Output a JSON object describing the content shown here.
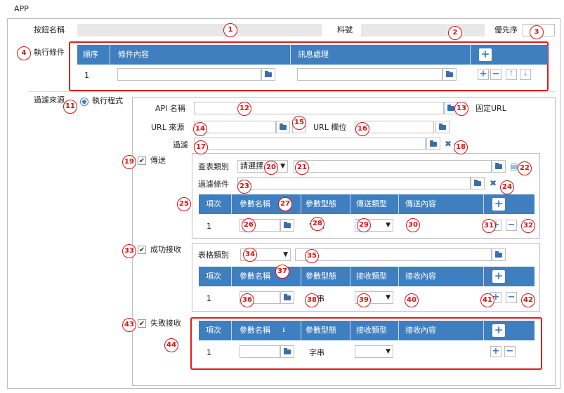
{
  "app_title": "APP",
  "fields": {
    "button_name": "按鈕名稱",
    "material_no": "料號",
    "priority": "優先序",
    "exec_condition": "執行條件",
    "filter_source": "過濾來源",
    "exec_program": "執行程式",
    "api_name": "API 名稱",
    "fixed_url": "固定URL",
    "url_source": "URL 來源",
    "url_field": "URL 欄位",
    "filter": "過濾",
    "transfer": "傳送",
    "lookup_type": "查表類別",
    "select_placeholder": "請選擇",
    "filter_condition": "過濾條件",
    "success_receive": "成功接收",
    "table_type": "表格類別",
    "fail_receive": "失敗接收"
  },
  "cond_table": {
    "headers": [
      "順序",
      "條件內容",
      "訊息處理"
    ],
    "row_index": "1"
  },
  "send_table": {
    "headers": [
      "項次",
      "參數名稱",
      "參數型態",
      "傳送類型",
      "傳送內容"
    ],
    "row_index": "1",
    "param_type": "字串"
  },
  "success_table": {
    "headers": [
      "項次",
      "參數名稱",
      "參數型態",
      "接收類型",
      "接收內容"
    ],
    "row_index": "1",
    "param_type": "字串"
  },
  "fail_table": {
    "headers": [
      "項次",
      "參數名稱",
      "參數型態",
      "接收類型",
      "接收內容"
    ],
    "row_index": "1",
    "param_type": "字串"
  },
  "markers": [
    "1",
    "2",
    "3",
    "4",
    "11",
    "12",
    "13",
    "14",
    "15",
    "16",
    "17",
    "18",
    "19",
    "20",
    "21",
    "22",
    "23",
    "24",
    "25",
    "26",
    "27",
    "28",
    "29",
    "30",
    "31",
    "32",
    "33",
    "34",
    "35",
    "36",
    "37",
    "38",
    "39",
    "40",
    "41",
    "42",
    "43",
    "44"
  ],
  "colors": {
    "header_blue": "#3f7fbf",
    "highlight_red": "#e31b1b"
  }
}
